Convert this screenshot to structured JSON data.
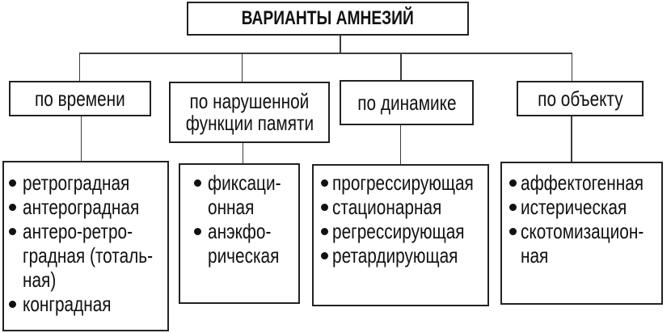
{
  "diagram": {
    "title": "ВАРИАНТЫ АМНЕЗИЙ",
    "colors": {
      "background": "#ffffff",
      "border": "#222222",
      "line": "#3c3c3c",
      "text": "#111111"
    },
    "branches": [
      {
        "category_lines": [
          "по времени"
        ],
        "items": [
          {
            "lines": [
              "ретроградная"
            ]
          },
          {
            "lines": [
              "антероградная"
            ]
          },
          {
            "lines": [
              "антеро-ретро-",
              "градная (тоталь-",
              "ная)"
            ]
          },
          {
            "lines": [
              "конградная"
            ]
          }
        ]
      },
      {
        "category_lines": [
          "по нарушенной",
          "функции памяти"
        ],
        "items": [
          {
            "lines": [
              "фиксаци-",
              "онная"
            ]
          },
          {
            "lines": [
              "анэкфо-",
              "рическая"
            ]
          }
        ]
      },
      {
        "category_lines": [
          "по динамике"
        ],
        "items": [
          {
            "lines": [
              "прогрессирующая"
            ]
          },
          {
            "lines": [
              "стационарная"
            ]
          },
          {
            "lines": [
              "регрессирующая"
            ]
          },
          {
            "lines": [
              "ретардирующая"
            ]
          }
        ]
      },
      {
        "category_lines": [
          "по объекту"
        ],
        "items": [
          {
            "lines": [
              "аффектогенная"
            ]
          },
          {
            "lines": [
              "истерическая"
            ]
          },
          {
            "lines": [
              "скотомизацион-",
              "ная"
            ]
          }
        ]
      }
    ]
  }
}
